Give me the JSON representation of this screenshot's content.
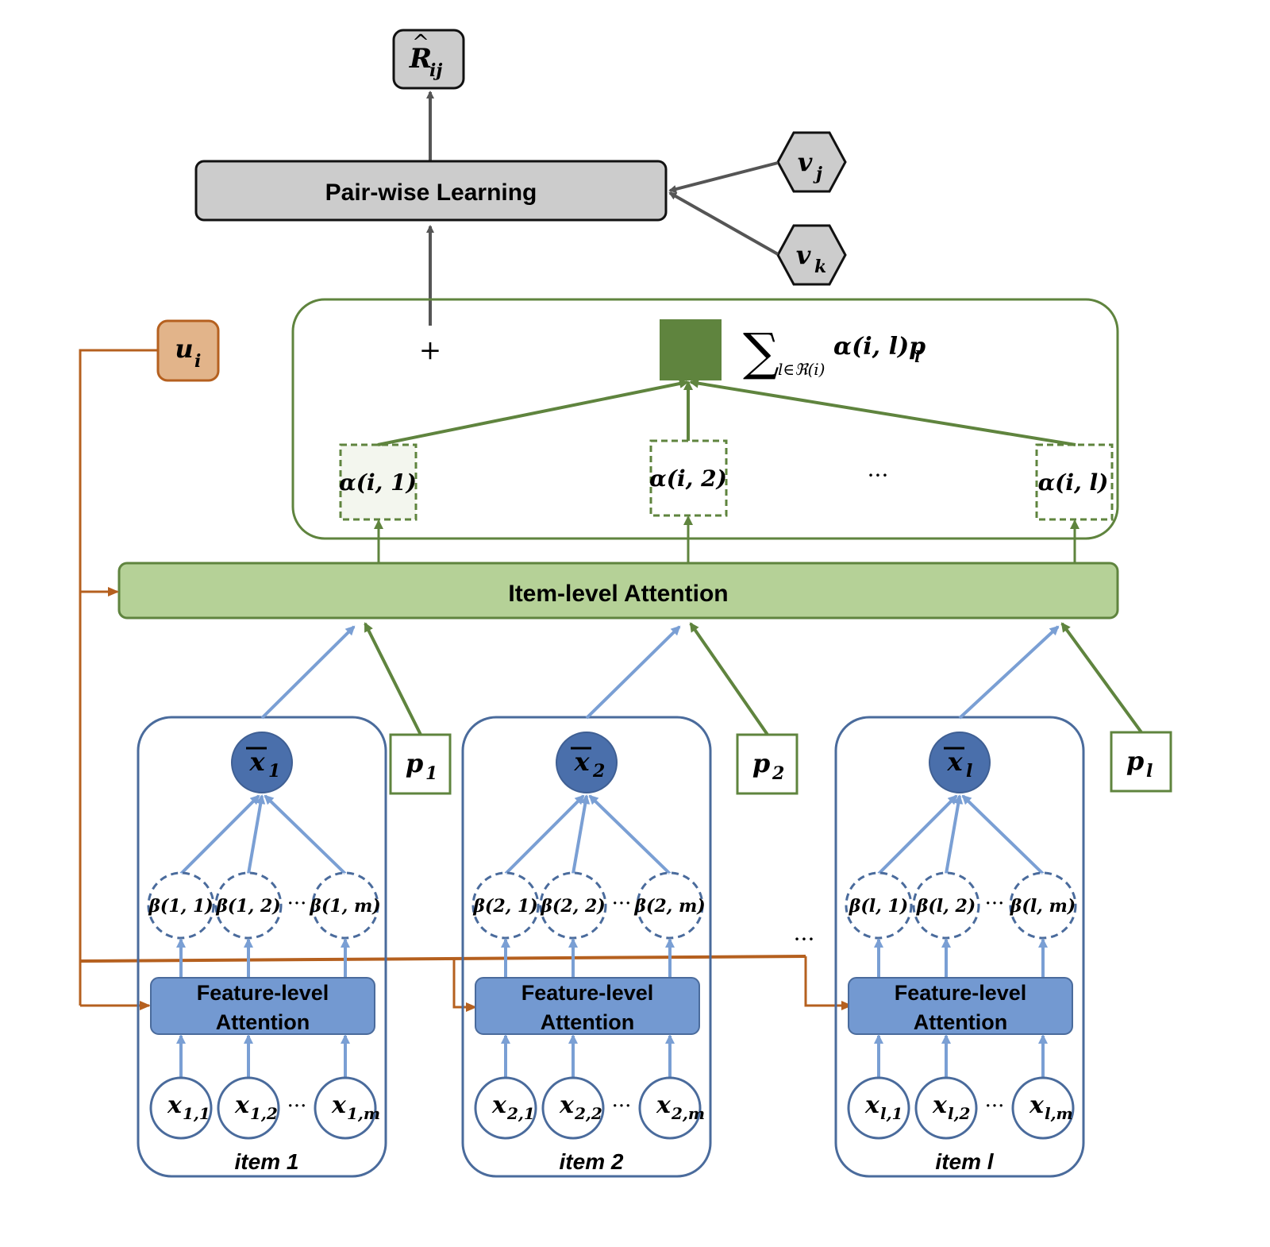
{
  "colors": {
    "gray_fill": "#cccccc",
    "dark_stroke": "#111111",
    "arrow_gray": "#555555",
    "green_stroke": "#5f843e",
    "green_fill": "#b5d197",
    "green_square": "#5f843e",
    "blue_stroke": "#4a6b9c",
    "blue_light": "#7a9fd4",
    "blue_node": "#4a6fab",
    "blue_box": "#7399d1",
    "orange_stroke": "#b5601f",
    "orange_fill": "#e2b48a"
  },
  "top": {
    "output": {
      "symbol": "R",
      "hat": "^",
      "sub": "ij"
    },
    "pairwise": "Pair-wise Learning",
    "vj": {
      "symbol": "v",
      "sub": "j"
    },
    "vk": {
      "symbol": "v",
      "sub": "k"
    }
  },
  "user": {
    "symbol": "u",
    "sub": "i"
  },
  "aggregation": {
    "plus": "+",
    "sum_sign": "∑",
    "sum_sub": "l∈ℜ(i)",
    "sum_term": "α(i, l)p",
    "sum_term_sub": "l",
    "alphas": [
      "α(i, 1)",
      "α(i, 2)",
      "α(i, l)"
    ],
    "ellipsis": "···"
  },
  "item_attention": "Item-level Attention",
  "items": [
    {
      "label": "item 1",
      "xbar": {
        "symbol": "x",
        "sub": "1"
      },
      "p": {
        "symbol": "p",
        "sub": "1"
      },
      "betas": [
        "β(1, 1)",
        "β(1, 2)",
        "β(1, m)"
      ],
      "feature": [
        "Feature-level",
        "Attention"
      ],
      "inputs": [
        {
          "symbol": "x",
          "sub": "1,1"
        },
        {
          "symbol": "x",
          "sub": "1,2"
        },
        {
          "symbol": "x",
          "sub": "1,m"
        }
      ],
      "ellipsis": "···"
    },
    {
      "label": "item 2",
      "xbar": {
        "symbol": "x",
        "sub": "2"
      },
      "p": {
        "symbol": "p",
        "sub": "2"
      },
      "betas": [
        "β(2, 1)",
        "β(2, 2)",
        "β(2, m)"
      ],
      "feature": [
        "Feature-level",
        "Attention"
      ],
      "inputs": [
        {
          "symbol": "x",
          "sub": "2,1"
        },
        {
          "symbol": "x",
          "sub": "2,2"
        },
        {
          "symbol": "x",
          "sub": "2,m"
        }
      ],
      "ellipsis": "···"
    },
    {
      "label": "item l",
      "xbar": {
        "symbol": "x",
        "sub": "l"
      },
      "p": {
        "symbol": "p",
        "sub": "l"
      },
      "betas": [
        "β(l, 1)",
        "β(l, 2)",
        "β(l, m)"
      ],
      "feature": [
        "Feature-level",
        "Attention"
      ],
      "inputs": [
        {
          "symbol": "x",
          "sub": "l,1"
        },
        {
          "symbol": "x",
          "sub": "l,2"
        },
        {
          "symbol": "x",
          "sub": "l,m"
        }
      ],
      "ellipsis": "···"
    }
  ],
  "between_items_ellipsis": "···"
}
